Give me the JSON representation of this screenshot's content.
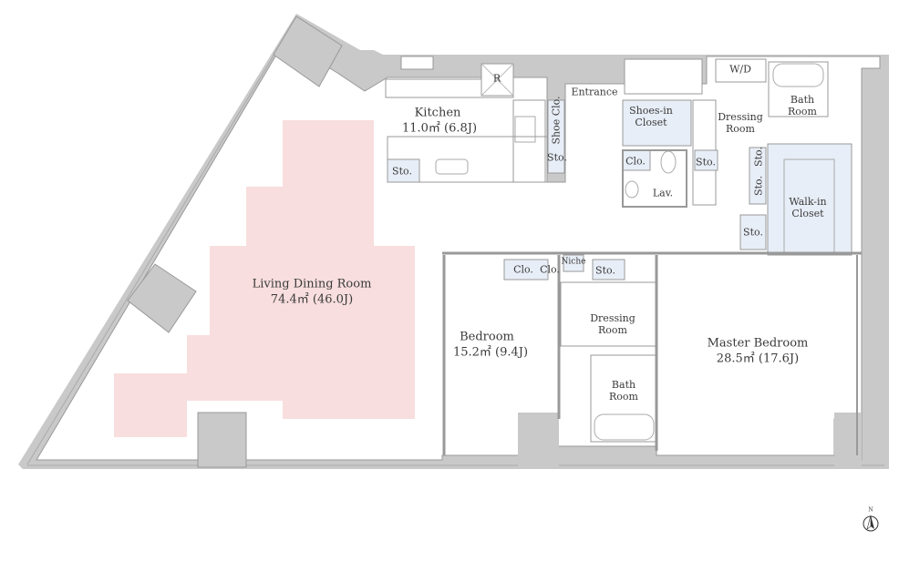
{
  "rooms": {
    "living": {
      "name": "Living Dining Room",
      "area": "74.4㎡  (46.0J)"
    },
    "kitchen": {
      "name": "Kitchen",
      "area": "11.0㎡  (6.8J)",
      "fridge": "R"
    },
    "entrance": {
      "name": "Entrance"
    },
    "shoe_clo": {
      "name": "Shoe Clo."
    },
    "shoes_in_closet": {
      "name": "Shoes-in Closet"
    },
    "lav": {
      "name": "Lav."
    },
    "dressing_room_1": {
      "name": "Dressing Room"
    },
    "wd": {
      "name": "W/D"
    },
    "bath_room_1": {
      "name": "Bath Room"
    },
    "walk_in_closet": {
      "name": "Walk-in Closet"
    },
    "bedroom": {
      "name": "Bedroom",
      "area": "15.2㎡  (9.4J)"
    },
    "dressing_room_2": {
      "name": "Dressing Room"
    },
    "bath_room_2": {
      "name": "Bath Room"
    },
    "master_bedroom": {
      "name": "Master Bedroom",
      "area": "28.5㎡  (17.6J)"
    },
    "niche": {
      "name": "Niche"
    }
  },
  "storage": {
    "sto": "Sto.",
    "clo": "Clo."
  },
  "compass": {
    "north": "N"
  },
  "colors": {
    "wall": "#c9c9c9",
    "living_highlight": "#f8dede",
    "closet": "#e8eef7"
  }
}
